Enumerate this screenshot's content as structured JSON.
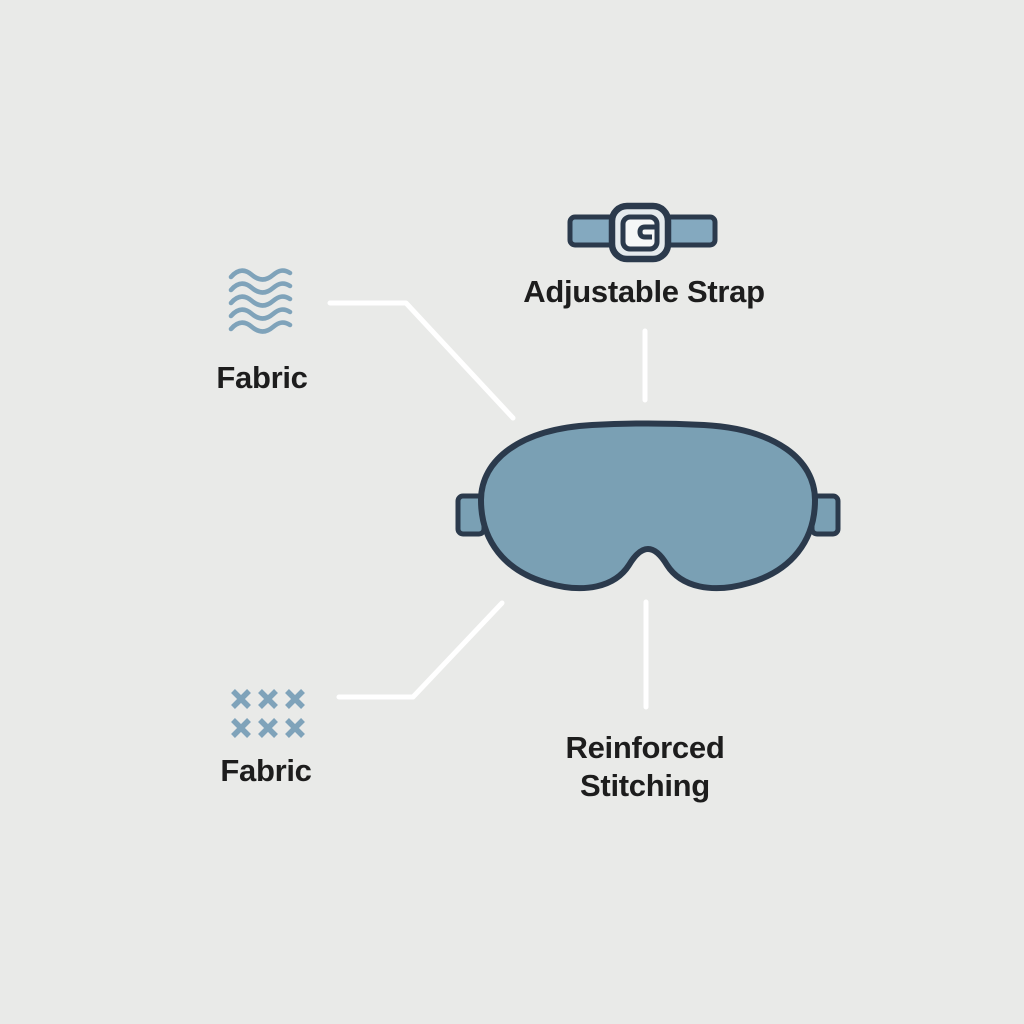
{
  "theme": {
    "bg": "#e9eae8",
    "ink": "#1d1d1d",
    "outline": "#2b3a4c",
    "mask-fill": "#7aa0b4",
    "band-fill": "#84a9bf",
    "buckle-light": "#e4eaed",
    "buckle-inner": "#f5f7f7",
    "icon-blue": "#7fa3ba",
    "connector": "#ffffff"
  },
  "diagram": {
    "subject": "sleep-mask-product-features",
    "callouts": [
      {
        "label": "Fabric",
        "icon": "wave-lines-icon"
      },
      {
        "label": "Adjustable Strap",
        "icon": "strap-buckle-icon"
      },
      {
        "label": "Fabric",
        "icon": "cross-stitches-icon"
      },
      {
        "label": "Reinforced Stitching",
        "icon": null
      }
    ]
  }
}
